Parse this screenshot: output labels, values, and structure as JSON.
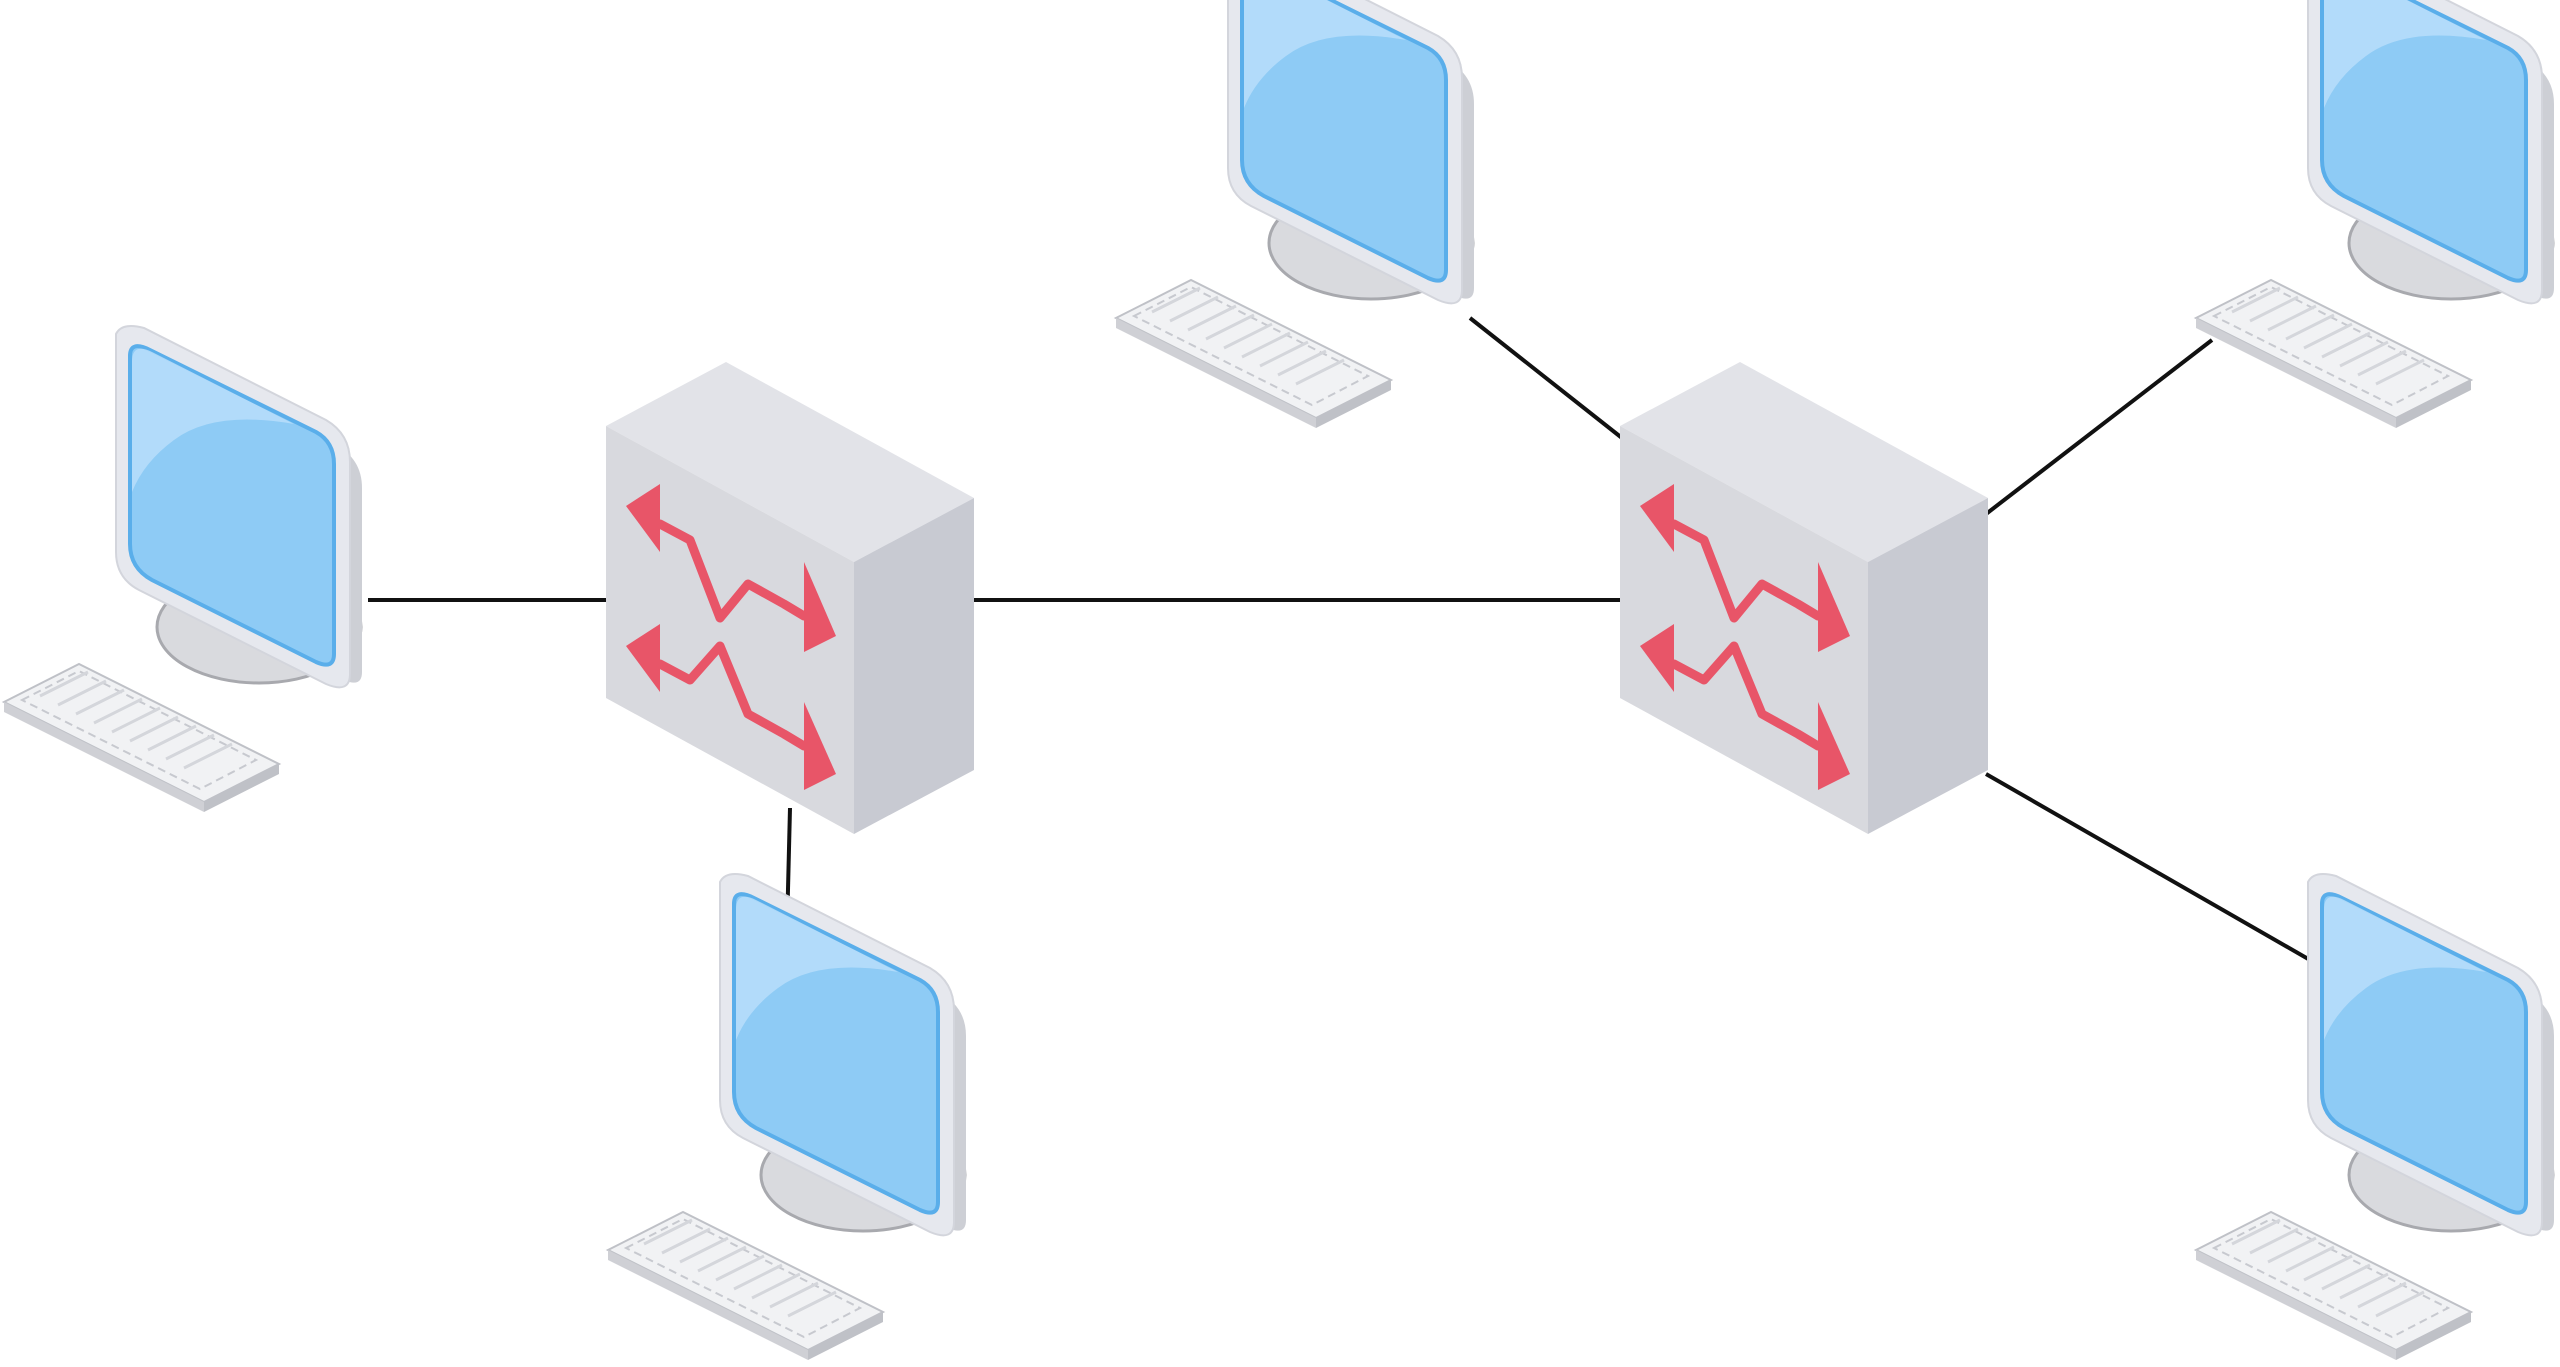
{
  "diagram": {
    "type": "network-topology",
    "colors": {
      "background": "#ffffff",
      "link": "#111111",
      "switch_top": "#e2e3e8",
      "switch_front": "#d8d9de",
      "switch_side": "#c8cad2",
      "switch_arrows": "#e85568",
      "monitor_bezel": "#e4e6ec",
      "monitor_screen": "#8ecbf5",
      "monitor_screen_highlight": "#b9defa",
      "monitor_screen_border": "#5aaeea",
      "base": "#d9dade",
      "keyboard": "#f1f2f4"
    },
    "nodes": [
      {
        "id": "switch-1",
        "kind": "switch",
        "icon": "network-switch-icon"
      },
      {
        "id": "switch-2",
        "kind": "switch",
        "icon": "network-switch-icon"
      },
      {
        "id": "pc-1",
        "kind": "workstation",
        "icon": "desktop-computer-icon"
      },
      {
        "id": "pc-2",
        "kind": "workstation",
        "icon": "desktop-computer-icon"
      },
      {
        "id": "pc-3",
        "kind": "workstation",
        "icon": "desktop-computer-icon"
      },
      {
        "id": "pc-4",
        "kind": "workstation",
        "icon": "desktop-computer-icon"
      },
      {
        "id": "pc-5",
        "kind": "workstation",
        "icon": "desktop-computer-icon"
      }
    ],
    "links": [
      {
        "from": "pc-1",
        "to": "switch-1"
      },
      {
        "from": "switch-1",
        "to": "pc-2"
      },
      {
        "from": "switch-1",
        "to": "switch-2"
      },
      {
        "from": "pc-3",
        "to": "switch-2"
      },
      {
        "from": "switch-2",
        "to": "pc-4"
      },
      {
        "from": "switch-2",
        "to": "pc-5"
      }
    ]
  }
}
